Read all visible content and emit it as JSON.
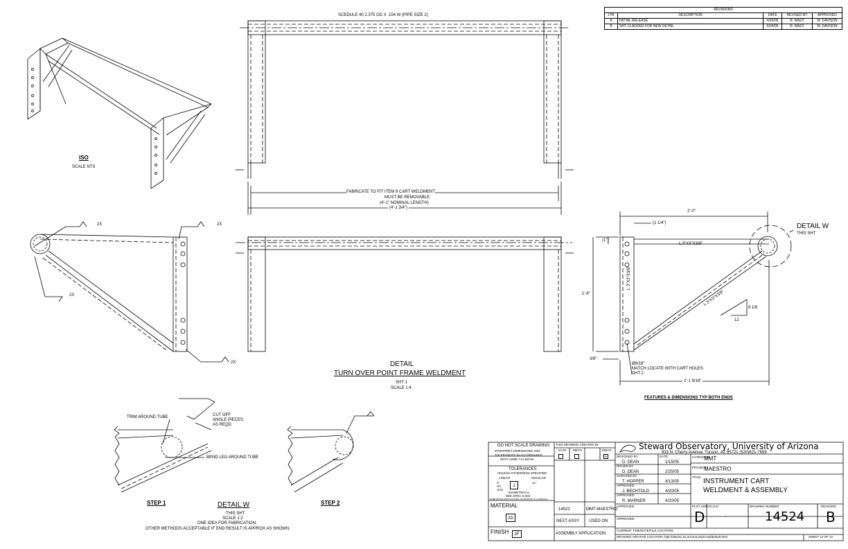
{
  "revisions": {
    "title": "REVISIONS",
    "headers": [
      "LTR",
      "DESCRIPTION",
      "DATE",
      "REVISED BY",
      "APPROVED"
    ],
    "rows": [
      [
        "A",
        "INITIAL RELEASE",
        "4/20/05",
        "R. NAGY",
        "W. DAVISON"
      ],
      [
        "B",
        "SHT 13 ADDED FOR NEW DETAIL",
        "6/24/05",
        "R. NAGY",
        "W. DAVISON"
      ]
    ]
  },
  "iso": {
    "title": "ISO",
    "scale": "SCALE NTS"
  },
  "top_view": {
    "pipe_note": "SCEDULE 40 2.375 OD X .154 W (PIPE SIZE 2)",
    "fab_note_1": "FABRICATE TO FIT ITEM 9 CART WELDMENT",
    "fab_note_2": "MUST BE REMOVABLE",
    "fab_note_3": "(4'-1\" NOMINAL LENGTH)",
    "overall": "(4'-1 3/4\")"
  },
  "weld_callouts": [
    "2X",
    "2X",
    "2X",
    "2X"
  ],
  "detail_main": {
    "title": "DETAIL",
    "subtitle": "TURN OVER POINT FRAME WELDMENT",
    "sheet": "SHT 1",
    "scale": "SCALE 1:4"
  },
  "side_view": {
    "width_top": "2'-0\"",
    "offset": "(1 1/4\")",
    "one_inch": "(1\")",
    "height": "1'-6\"",
    "angle_top": "L 3\"X3\"X3/8\"",
    "angle_vert": "L 3\"X3\"X3/8\"",
    "angle_diag": "L 3\"X3\"X3/8\"",
    "slope_rise": "8 1/8",
    "slope_run": "12",
    "bottom_offset": "3/8\"",
    "hole_note_1": "Ø9/16\"",
    "hole_note_2": "MATCH LOCATE WITH CART HOLES",
    "hole_note_3": "SHT 2",
    "width_bottom": "2'-1 9/16\"",
    "detail_w": "DETAIL W",
    "detail_w_sht": "THIS SHT",
    "features_note": "FEATURES & DIMENSIONS TYP BOTH ENDS"
  },
  "detail_w": {
    "trim": "TRIM AROUND TUBE",
    "cutoff_1": "CUT OFF",
    "cutoff_2": "ANGLE PIECES",
    "cutoff_3": "AS REQD",
    "bend": "BEND LEG AROUND TUBE",
    "step1": "STEP 1",
    "step2": "STEP 2",
    "title": "DETAIL W",
    "sheet": "THIS SHT",
    "scale": "SCALE 1:2",
    "note_1": "ONE IDEA FOR FABRICATION;",
    "note_2": "OTHER METHODS ACCEPTABLE IF END RESULT IS APPROX AS SHOWN."
  },
  "title_block": {
    "dns": "DO NOT SCALE DRAWING",
    "interpret_1": "INTERPRET DIMENSIONS AND",
    "interpret_2": "TOLERANCES IN ACCORDANCE",
    "interpret_3": "WITH ASME Y14.5M-94",
    "tol_title": "TOLERANCES",
    "tol_sub": "UNLESS OTHERWISE SPECIFIED",
    "linear": "LINEAR",
    "angular": "ANGULAR",
    "x_tol": ".X",
    "xx_tol": ".XX",
    "xxx_tol": ".XXX",
    "ang_tol": "±1°",
    "tol_box": "1",
    "diametrical": "DIAMETRICAL",
    "spec": "SEE SPEC 5-002",
    "fine_print": "DIMENSIONS ARE IN INCHES / ECCENTRIC IS 1 SURFACE",
    "material": "MATERIAL",
    "material_box": "2D",
    "finish": "FINISH",
    "finish_box": "2F",
    "created_in": "THIS DRAWING CREATED IN:",
    "acad": "ACAD",
    "mech": "MECH",
    "ideas": "IDEAS",
    "ideas_mark": "X",
    "next_num": "14522",
    "next_name": "MMT-MAESTRO",
    "next_assy": "NEXT ASSY",
    "used_on": "USED ON",
    "assembly_app": "ASSEMBLY APPLICATION",
    "org": "Steward Observatory, University of Arizona",
    "address": "933 N. Cherry Avenue, Tucson, AZ 85721  (520)621-7659",
    "designed_by_label": "DESIGNED BY:",
    "designed_by": "D. DEAN",
    "date_label": "DATE:",
    "designed_date": "1/15/05",
    "drawn_by_label": "DRAWN BY:",
    "drawn_by": "D. DEAN",
    "drawn_date": "2/25/05",
    "checked_by_label": "CHECKED BY:",
    "checked_by": "T. HOPPER",
    "checked_date": "4/13/05",
    "approved_label": "APPROVED:",
    "approved_1": "J. BECHTOLD",
    "approved_1_date": "4/20/05",
    "approved_2": "R. MARNER",
    "approved_2_date": "4/20/05",
    "category_label": "CATEGORY:",
    "category": "MMT",
    "project_label": "PROJECT:",
    "project": "MAESTRO",
    "title_label": "TITLE:",
    "title_1": "INSTRUMENT CART",
    "title_2": "WELDMENT & ASSEMBLY",
    "plot_size_label": "PLOT SIZE",
    "plot_size": "D",
    "scale_label": "SCALE:",
    "scale": "-",
    "dwg_label": "DRAWING NUMBER:",
    "dwg_number": "14524",
    "rev_label": "REVISION:",
    "revision": "B",
    "current_time_label": "CURRENT TIME/DATE/FILE LOCATION:",
    "archive": "DRAWING ARCHIVE LOCATION: http://davinci.as.arizona.edu/ccsd/default.html",
    "sheet": "SHEET 13 OF 14"
  }
}
